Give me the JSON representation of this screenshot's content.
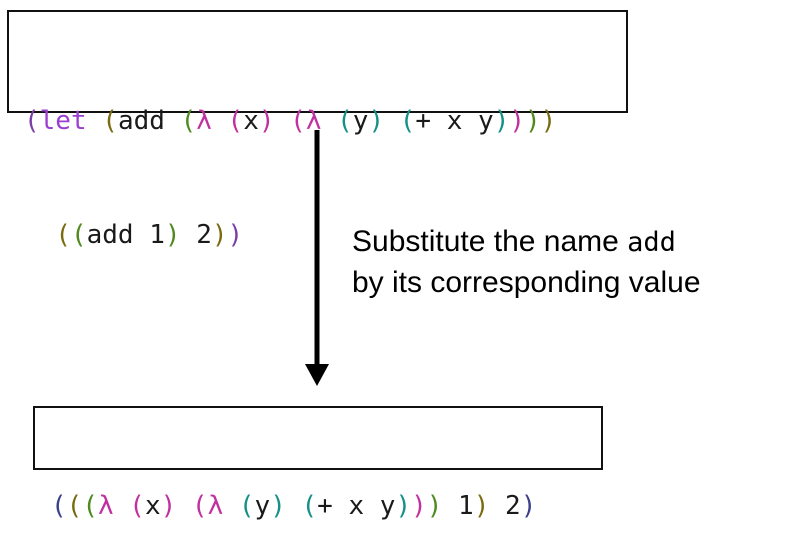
{
  "colors": {
    "paren_purple": "#7b3fa6",
    "paren_olive": "#7a6b10",
    "paren_green": "#4f8a1f",
    "paren_magenta": "#c0309e",
    "paren_teal": "#149089",
    "paren_navy": "#3c3f8a",
    "keyword": "#9a3fd0",
    "text": "#1a1a1a"
  },
  "top_code": {
    "line1": [
      {
        "text": "(",
        "color": "paren_purple"
      },
      {
        "text": "let",
        "color": "keyword"
      },
      {
        "text": " ",
        "color": "text"
      },
      {
        "text": "(",
        "color": "paren_olive"
      },
      {
        "text": "add ",
        "color": "text"
      },
      {
        "text": "(",
        "color": "paren_green"
      },
      {
        "text": "λ ",
        "color": "paren_magenta"
      },
      {
        "text": "(",
        "color": "paren_magenta"
      },
      {
        "text": "x",
        "color": "text"
      },
      {
        "text": ") ",
        "color": "paren_magenta"
      },
      {
        "text": "(",
        "color": "paren_magenta"
      },
      {
        "text": "λ ",
        "color": "paren_magenta"
      },
      {
        "text": "(",
        "color": "paren_teal"
      },
      {
        "text": "y",
        "color": "text"
      },
      {
        "text": ") ",
        "color": "paren_teal"
      },
      {
        "text": "(",
        "color": "paren_teal"
      },
      {
        "text": "+ x y",
        "color": "text"
      },
      {
        "text": ")",
        "color": "paren_teal"
      },
      {
        "text": ")",
        "color": "paren_magenta"
      },
      {
        "text": ")",
        "color": "paren_green"
      },
      {
        "text": ")",
        "color": "paren_olive"
      }
    ],
    "line2": [
      {
        "text": "  ",
        "color": "text"
      },
      {
        "text": "(",
        "color": "paren_olive"
      },
      {
        "text": "(",
        "color": "paren_green"
      },
      {
        "text": "add 1",
        "color": "text"
      },
      {
        "text": ")",
        "color": "paren_green"
      },
      {
        "text": " 2",
        "color": "text"
      },
      {
        "text": ")",
        "color": "paren_olive"
      },
      {
        "text": ")",
        "color": "paren_purple"
      }
    ]
  },
  "caption": {
    "line1_text": "Substitute the name ",
    "line1_code": "add",
    "line2_text": "by its corresponding value"
  },
  "bottom_code": {
    "line1": [
      {
        "text": "(",
        "color": "paren_navy"
      },
      {
        "text": "(",
        "color": "paren_olive"
      },
      {
        "text": "(",
        "color": "paren_green"
      },
      {
        "text": "λ ",
        "color": "paren_magenta"
      },
      {
        "text": "(",
        "color": "paren_magenta"
      },
      {
        "text": "x",
        "color": "text"
      },
      {
        "text": ") ",
        "color": "paren_magenta"
      },
      {
        "text": "(",
        "color": "paren_magenta"
      },
      {
        "text": "λ ",
        "color": "paren_magenta"
      },
      {
        "text": "(",
        "color": "paren_teal"
      },
      {
        "text": "y",
        "color": "text"
      },
      {
        "text": ") ",
        "color": "paren_teal"
      },
      {
        "text": "(",
        "color": "paren_teal"
      },
      {
        "text": "+ x y",
        "color": "text"
      },
      {
        "text": ")",
        "color": "paren_teal"
      },
      {
        "text": ")",
        "color": "paren_magenta"
      },
      {
        "text": ")",
        "color": "paren_green"
      },
      {
        "text": " 1",
        "color": "text"
      },
      {
        "text": ")",
        "color": "paren_olive"
      },
      {
        "text": " 2",
        "color": "text"
      },
      {
        "text": ")",
        "color": "paren_navy"
      }
    ]
  }
}
